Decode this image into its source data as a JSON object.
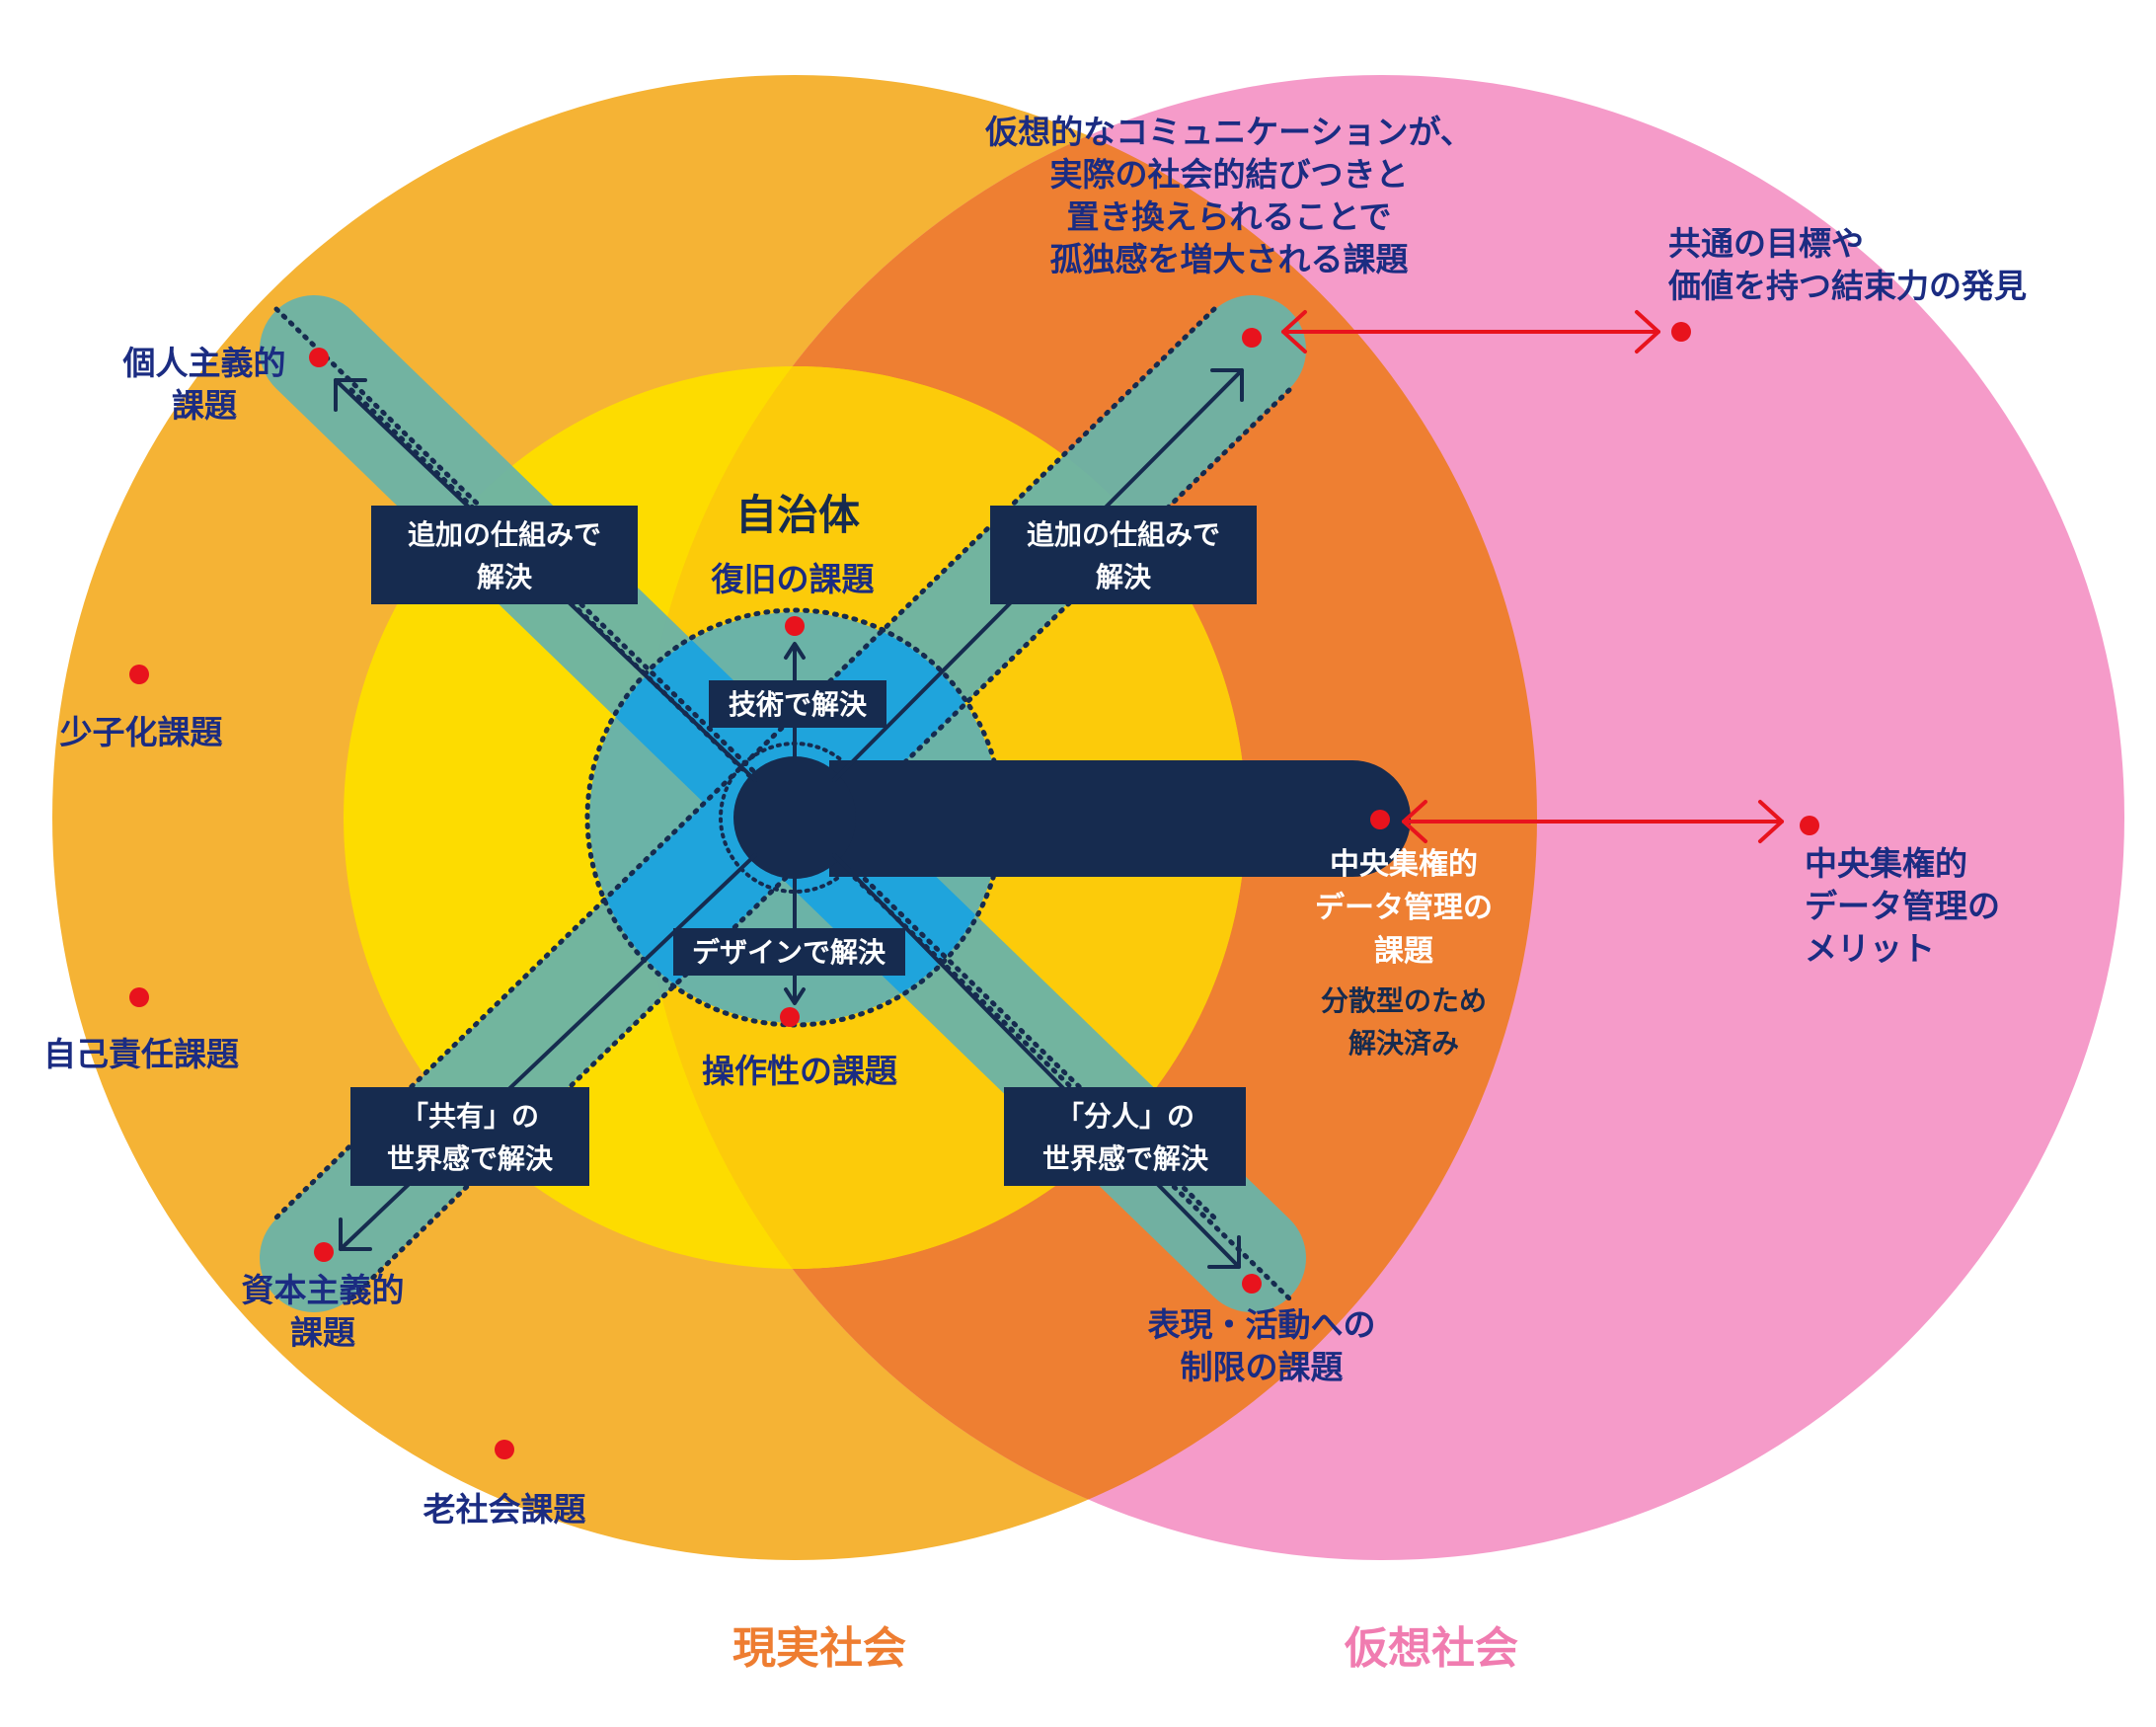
{
  "title": "自治体",
  "colors": {
    "real_circle": "#F5B335",
    "virtual_circle": "#F59BC9",
    "overlap": "#EE7F32",
    "inner_circle": "#FDDC00",
    "inner_overlap": "#FCCB0A",
    "band": "#6BB3A7",
    "band_center": "#1FA4DC",
    "navy": "#162B4F",
    "label_blue": "#1B2C82",
    "red": "#E8131D",
    "real_label": "#EE7D31",
    "virtual_label": "#F07CB0"
  },
  "circles": {
    "real": "現実社会",
    "virtual": "仮想社会"
  },
  "issues": {
    "top_right": [
      "仮想的なコミュニケーションが、",
      "実際の社会的結びつきと",
      "置き換えられることで",
      "孤独感を増大される課題"
    ],
    "individualism": [
      "個人主義的",
      "課題"
    ],
    "birthrate": "少子化課題",
    "self_responsibility": "自己責任課題",
    "capitalism": [
      "資本主義的",
      "課題"
    ],
    "aging": "老社会課題",
    "restoration": "復旧の課題",
    "operability": "操作性の課題",
    "expression": [
      "表現・活動への",
      "制限の課題"
    ],
    "central_issue": [
      "中央集権的",
      "データ管理の",
      "課題"
    ],
    "decentralized": [
      "分散型のため",
      "解決済み"
    ]
  },
  "merits": {
    "common_goal": [
      "共通の目標や",
      "価値を持つ結束力の発見"
    ],
    "central_merit": [
      "中央集権的",
      "データ管理の",
      "メリット"
    ]
  },
  "solutions": {
    "additional_left": [
      "追加の仕組みで",
      "解決"
    ],
    "additional_right": [
      "追加の仕組みで",
      "解決"
    ],
    "technology": "技術で解決",
    "design": "デザインで解決",
    "sharing": [
      "「共有」の",
      "世界感で解決"
    ],
    "dividual": [
      "「分人」の",
      "世界感で解決"
    ]
  }
}
